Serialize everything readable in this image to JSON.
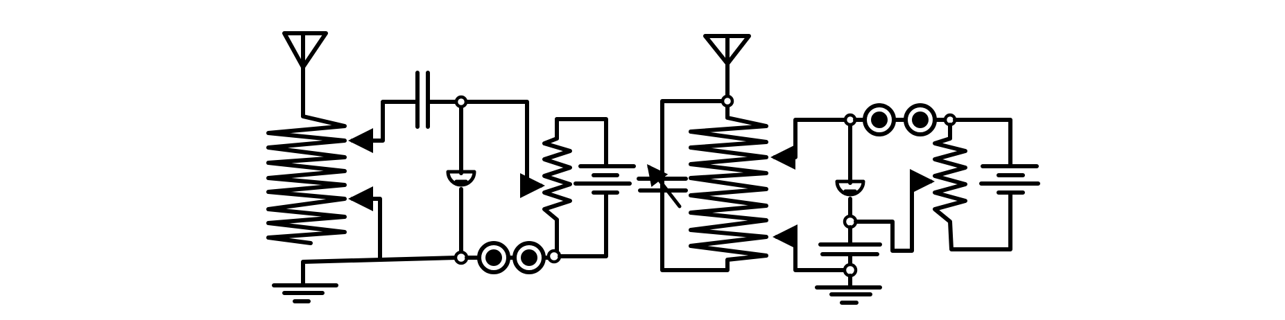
{
  "diagram": {
    "colors": {
      "ink": "#000000",
      "background": "#ffffff"
    },
    "circuits": [
      {
        "components": [
          "antenna",
          "tapped-coil",
          "fixed-capacitor",
          "crystal-detector",
          "headphones",
          "potentiometer",
          "battery",
          "ground"
        ]
      },
      {
        "components": [
          "antenna",
          "variable-capacitor",
          "tapped-coil",
          "crystal-detector",
          "headphones",
          "potentiometer",
          "battery",
          "fixed-capacitor",
          "ground"
        ]
      }
    ]
  }
}
